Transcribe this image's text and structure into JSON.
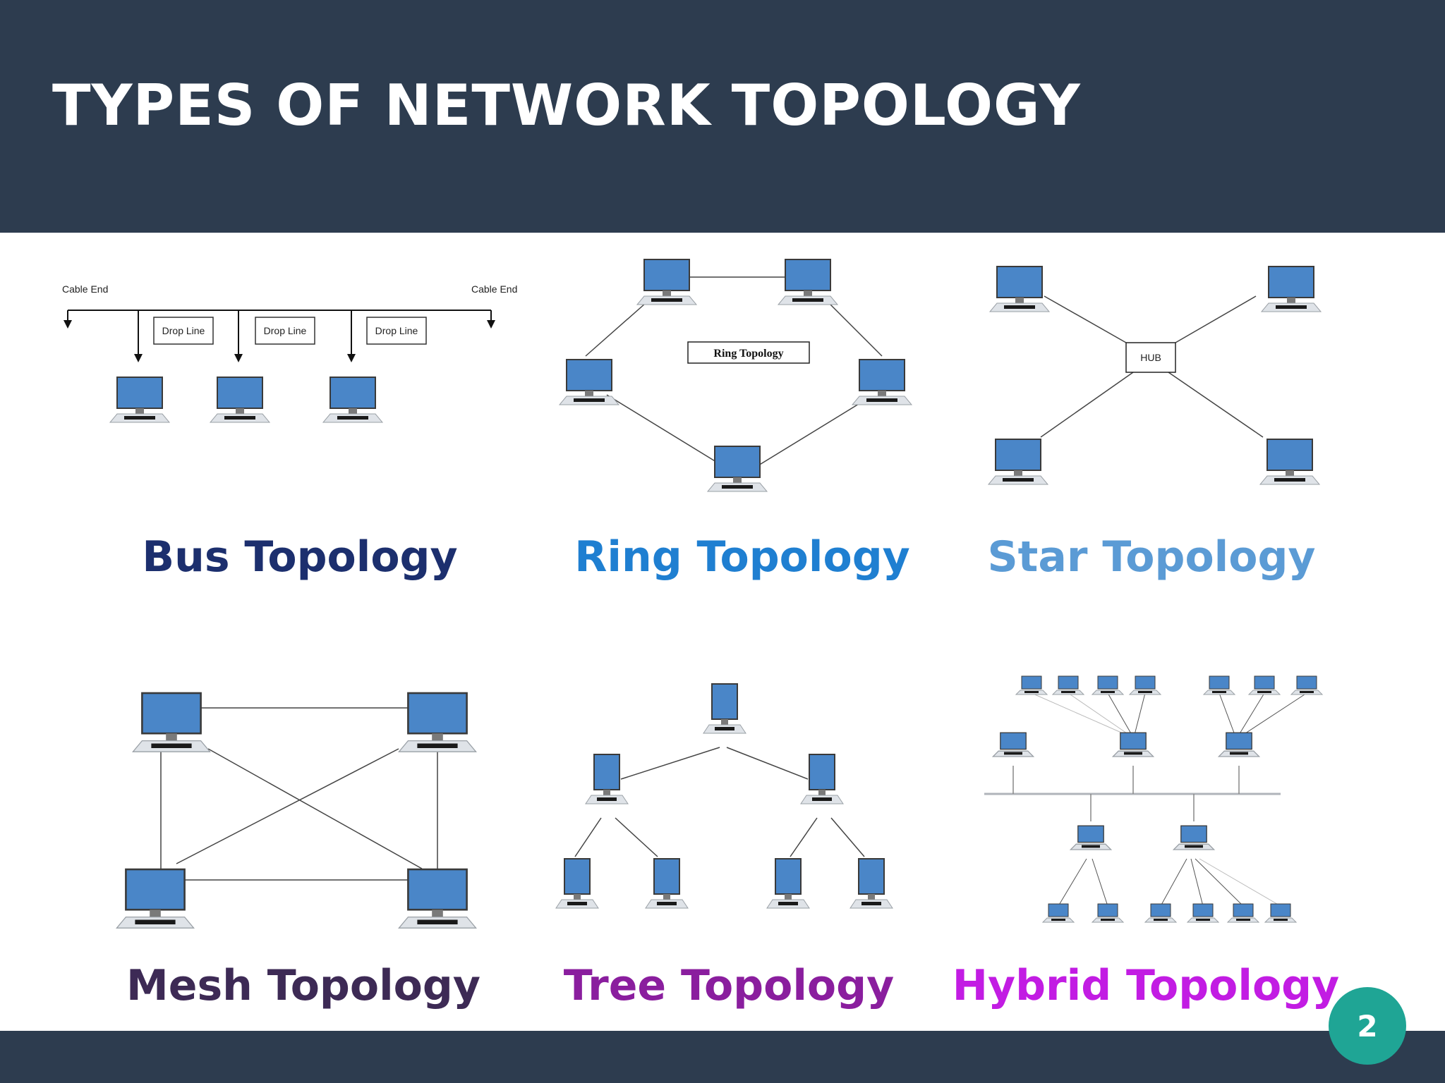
{
  "slide": {
    "title": "TYPES OF NETWORK TOPOLOGY",
    "page_number": "2"
  },
  "colors": {
    "header_bg": "#2d3c4f",
    "badge_bg": "#1fa595",
    "monitor_blue": "#4a86c8"
  },
  "topologies": {
    "bus": {
      "label": "Bus Topology",
      "color": "#1c2f6e",
      "cable_end_left": "Cable End",
      "cable_end_right": "Cable End",
      "drop_lines": [
        "Drop Line",
        "Drop Line",
        "Drop Line"
      ]
    },
    "ring": {
      "label": "Ring Topology",
      "color": "#1f7fd1",
      "inner_box": "Ring Topology"
    },
    "star": {
      "label": "Star Topology",
      "color": "#5b9bd5",
      "hub": "HUB"
    },
    "mesh": {
      "label": "Mesh Topology",
      "color": "#3d2a55"
    },
    "tree": {
      "label": "Tree Topology",
      "color": "#8a1e9e"
    },
    "hybrid": {
      "label": "Hybrid Topology",
      "color": "#c21ce3"
    }
  }
}
